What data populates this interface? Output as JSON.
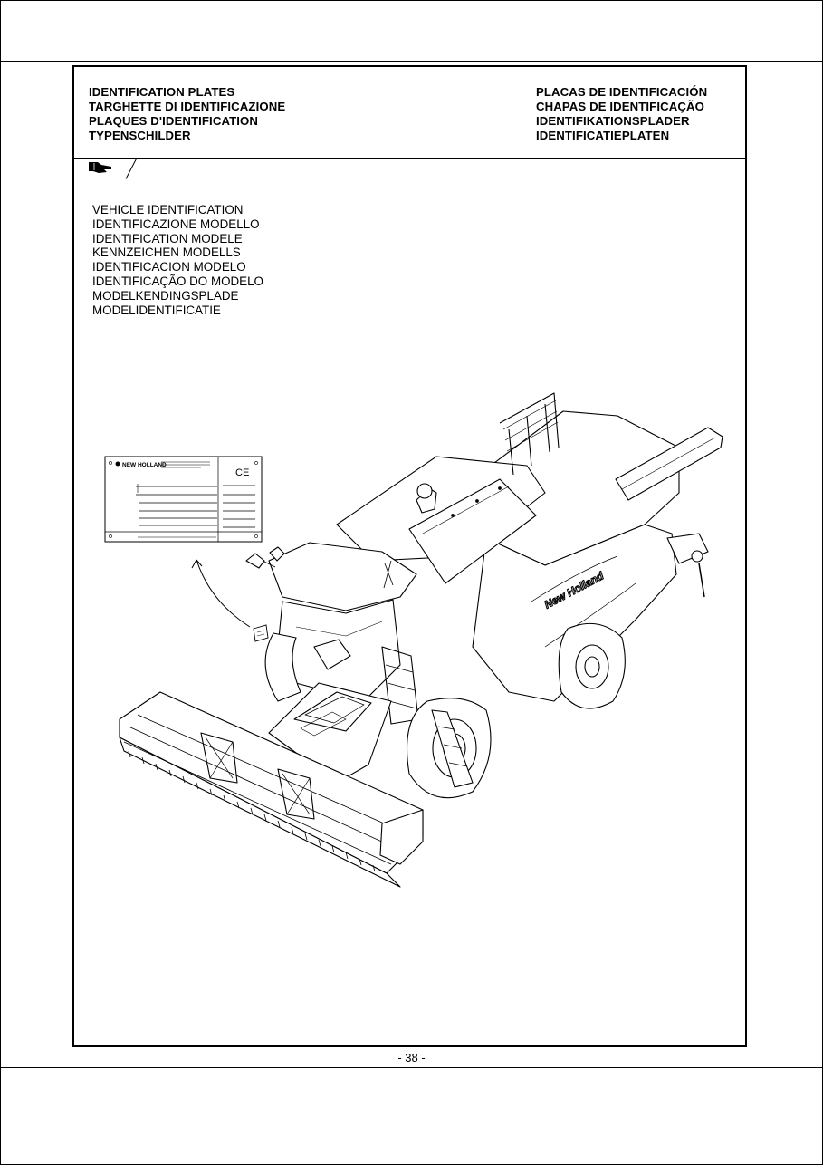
{
  "header": {
    "left_titles": [
      "IDENTIFICATION PLATES",
      "TARGHETTE DI IDENTIFICAZIONE",
      "PLAQUES D'IDENTIFICATION",
      "TYPENSCHILDER"
    ],
    "right_titles": [
      "PLACAS DE IDENTIFICACIÓN",
      "CHAPAS DE IDENTIFICAÇÃO",
      "IDENTIFIKATIONSPLADER",
      "IDENTIFICATIEPLATEN"
    ]
  },
  "section": {
    "icon": "hand-pointer-icon",
    "subtitles": [
      "VEHICLE IDENTIFICATION",
      "IDENTIFICAZIONE MODELLO",
      "IDENTIFICATION MODELE",
      "KENNZEICHEN MODELLS",
      "IDENTIFICACION MODELO",
      "IDENTIFICAÇÃO DO MODELO",
      "MODELKENDINGSPLADE",
      "MODELIDENTIFICATIE"
    ]
  },
  "plate": {
    "brand": "NEW HOLLAND",
    "mark": "CE"
  },
  "machine": {
    "brand_decal": "New Holland"
  },
  "footer": {
    "page_number": "- 38 -"
  }
}
